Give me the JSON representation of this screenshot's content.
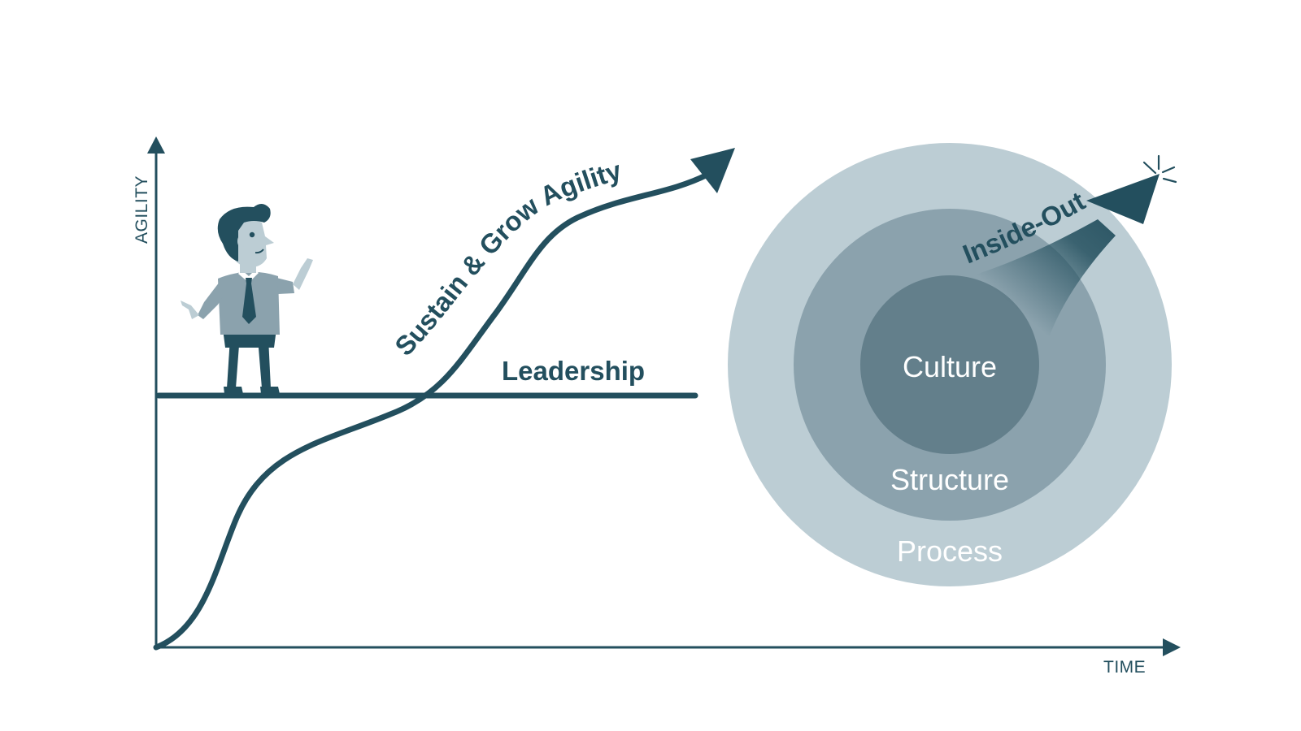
{
  "axes": {
    "y_label": "AGILITY",
    "x_label": "TIME"
  },
  "curve": {
    "label": "Sustain & Grow Agility"
  },
  "baseline": {
    "label": "Leadership"
  },
  "circles": {
    "inner": "Culture",
    "middle": "Structure",
    "outer": "Process",
    "arrow_label": "Inside-Out"
  },
  "colors": {
    "primary": "#234f5e",
    "outer_ring": "#bccdd4",
    "middle_ring": "#8ba2ad",
    "inner_ring": "#637f8b",
    "ring_text": "#ffffff"
  },
  "figure": {
    "description_icon": "businessman-icon"
  }
}
